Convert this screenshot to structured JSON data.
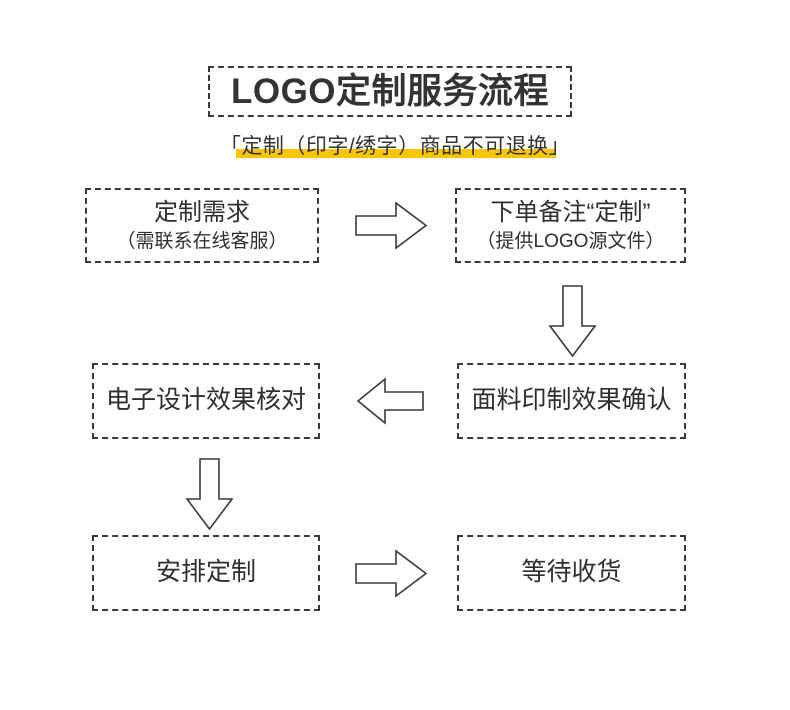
{
  "header": {
    "title": "LOGO定制服务流程",
    "subtitle": "「定制（印字/绣字）商品不可退换」",
    "highlight_color": "#f7c600",
    "border_color": "#3a3a3a",
    "text_color": "#2f2f2f"
  },
  "flow": {
    "nodes": [
      {
        "id": "demand",
        "line1": "定制需求",
        "line2": "（需联系在线客服）"
      },
      {
        "id": "order-note",
        "line1": "下单备注“定制”",
        "line2": "（提供LOGO源文件）"
      },
      {
        "id": "design-check",
        "line1": "电子设计效果核对",
        "line2": ""
      },
      {
        "id": "fabric-confirm",
        "line1": "面料印制效果确认",
        "line2": ""
      },
      {
        "id": "arrange",
        "line1": "安排定制",
        "line2": ""
      },
      {
        "id": "wait",
        "line1": "等待收货",
        "line2": ""
      }
    ],
    "connectors": [
      {
        "id": "demand-to-order-note",
        "icon": "arrow-right-icon",
        "direction": "right"
      },
      {
        "id": "order-note-to-fabric-confirm",
        "icon": "arrow-down-icon",
        "direction": "down"
      },
      {
        "id": "fabric-confirm-to-design-check",
        "icon": "arrow-left-icon",
        "direction": "left"
      },
      {
        "id": "design-check-to-arrange",
        "icon": "arrow-down-icon",
        "direction": "down"
      },
      {
        "id": "arrange-to-wait",
        "icon": "arrow-right-icon",
        "direction": "right"
      }
    ]
  }
}
